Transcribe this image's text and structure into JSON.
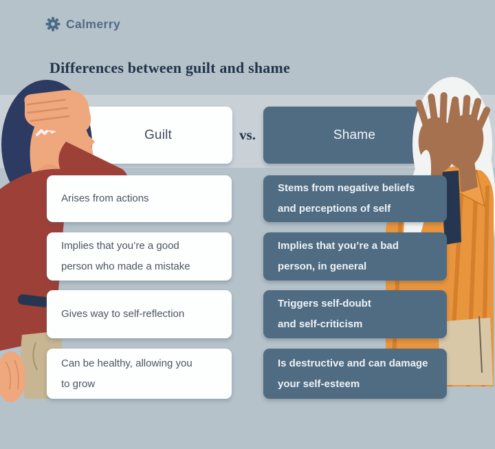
{
  "brand": {
    "name": "Calmerry"
  },
  "title": "Differences between guilt and shame",
  "comparison": {
    "left_header": "Guilt",
    "divider": "vs.",
    "right_header": "Shame",
    "rows": [
      {
        "guilt": "Arises from actions",
        "shame": "Stems from negative beliefs\nand perceptions of self"
      },
      {
        "guilt": "Implies that you’re a good\nperson who made a mistake",
        "shame": "Implies that you’re a bad\nperson, in general"
      },
      {
        "guilt": "Gives way to self-reflection",
        "shame": "Triggers self-doubt\nand self-criticism"
      },
      {
        "guilt": "Can be healthy, allowing you\nto grow",
        "shame": "Is destructive and can damage\nyour self-esteem"
      }
    ]
  },
  "illustrations": {
    "left": "person facepalming, dark red sweater, navy hair",
    "right": "person covering face with both hands, white hair, orange jacket"
  },
  "colors": {
    "background": "#b6c2ca",
    "band": "#c9d1d7",
    "slate_card": "#506c82",
    "white_card": "#fdfefe",
    "title_text": "#21354a",
    "guilt_text": "#4a5560",
    "shame_text": "#eef3f7",
    "logo": "#4b6c87"
  }
}
